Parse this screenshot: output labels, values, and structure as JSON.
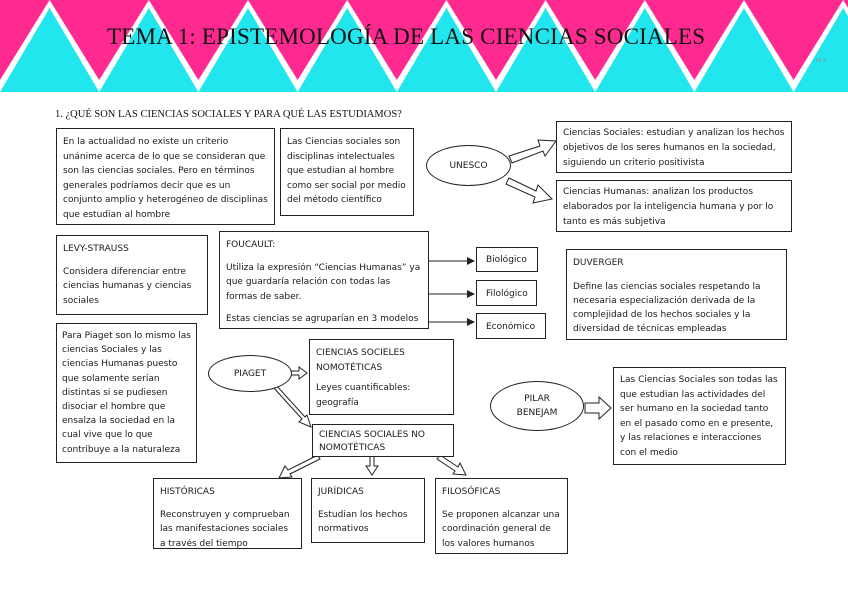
{
  "title": "TEMA 1: EPISTEMOLOGÍA DE LAS CIENCIAS SOCIALES",
  "corner_mark": "M V",
  "question": "1.   ¿QUÉ SON LAS CIENCIAS SOCIALES Y PARA QUÉ LAS ESTUDIAMOS?",
  "colors": {
    "banner_pink": "#ff2a8f",
    "banner_cyan": "#22e6ee"
  },
  "boxes": {
    "intro": "En la actualidad no existe un criterio unánime acerca de lo que se consideran que son las ciencias sociales. Pero en términos generales podríamos decir que es un conjunto amplio y heterogéneo de disciplinas que estudian al hombre",
    "definition": "Las Ciencias sociales son disciplinas intelectuales que estudian al hombre como ser social por medio del método científico",
    "unesco": "UNESCO",
    "cs_sociales": "Ciencias Sociales: estudian y analizan los hechos objetivos de los seres humanos en la sociedad, siguiendo un criterio positivista",
    "cs_humanas": "Ciencias Humanas: analizan los productos elaborados por la inteligencia humana y por lo tanto es más subjetiva",
    "levy_title": "LEVY-STRAUSS",
    "levy_text": "Considera diferenciar entre ciencias humanas y ciencias sociales",
    "foucault_title": "FOUCAULT:",
    "foucault_text": "Utiliza la expresión “Ciencias Humanas” ya que guardaría relación con todas las formas de saber.",
    "foucault_text2": "Estas ciencias se agruparían en 3 modelos",
    "biologico": "Biológico",
    "filologico": "Filológico",
    "economico": "Económico",
    "duverger_title": "DUVERGER",
    "duverger_text": "Define las ciencias sociales respetando la necesaria especialización derivada de la complejidad de los hechos sociales y la diversidad de técnicas empleadas",
    "piaget_text": "Para Piaget son lo mismo las ciencias Sociales y las ciencias Humanas puesto que solamente serían distintas si se pudiesen disociar el hombre que ensalza la sociedad en la cual vive que lo que contribuye a la naturaleza",
    "piaget": "PIAGET",
    "nomoteticas_title": "CIENCIAS SOCIELES NOMOTÉTICAS",
    "nomoteticas_text": "Leyes cuantificables: geografía",
    "no_nomoteticas": "CIENCIAS SOCIALES NO NOMOTÉTICAS",
    "pilar": "PILAR BENEJAM",
    "pilar_text": "Las Ciencias Sociales son todas las que estudian las actividades del ser humano en la sociedad tanto en el pasado como en e presente, y las relaciones e interacciones con el medio",
    "historicas_title": "HISTÓRICAS",
    "historicas_text": "Reconstruyen y comprueban las manifestaciones sociales a través del tiempo",
    "juridicas_title": "JURÍDICAS",
    "juridicas_text": "Estudian los hechos normativos",
    "filosoficas_title": "FILOSÓFICAS",
    "filosoficas_text": "Se proponen alcanzar una coordinación general de los valores humanos"
  }
}
